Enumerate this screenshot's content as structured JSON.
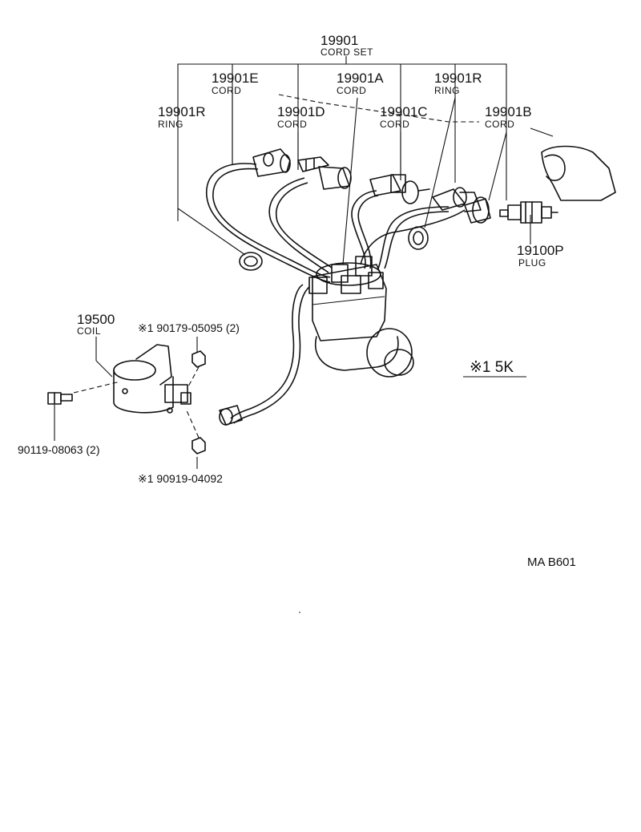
{
  "labels": {
    "cord_set": {
      "pn": "19901",
      "name": "CORD SET"
    },
    "cord_e": {
      "pn": "19901E",
      "name": "CORD"
    },
    "cord_a": {
      "pn": "19901A",
      "name": "CORD"
    },
    "ring_right": {
      "pn": "19901R",
      "name": "RING"
    },
    "ring_left": {
      "pn": "19901R",
      "name": "RING"
    },
    "cord_d": {
      "pn": "19901D",
      "name": "CORD"
    },
    "cord_c": {
      "pn": "19901C",
      "name": "CORD"
    },
    "cord_b": {
      "pn": "19901B",
      "name": "CORD"
    },
    "plug": {
      "pn": "19100P",
      "name": "PLUG"
    },
    "coil": {
      "pn": "19500",
      "name": "COIL"
    },
    "nut_upper": "※1 90179-05095 (2)",
    "nut_lower": "※1 90919-04092",
    "bolt": "90119-08063 (2)",
    "engine_note": "※1 5K",
    "diagram_code": "MA  B601"
  }
}
